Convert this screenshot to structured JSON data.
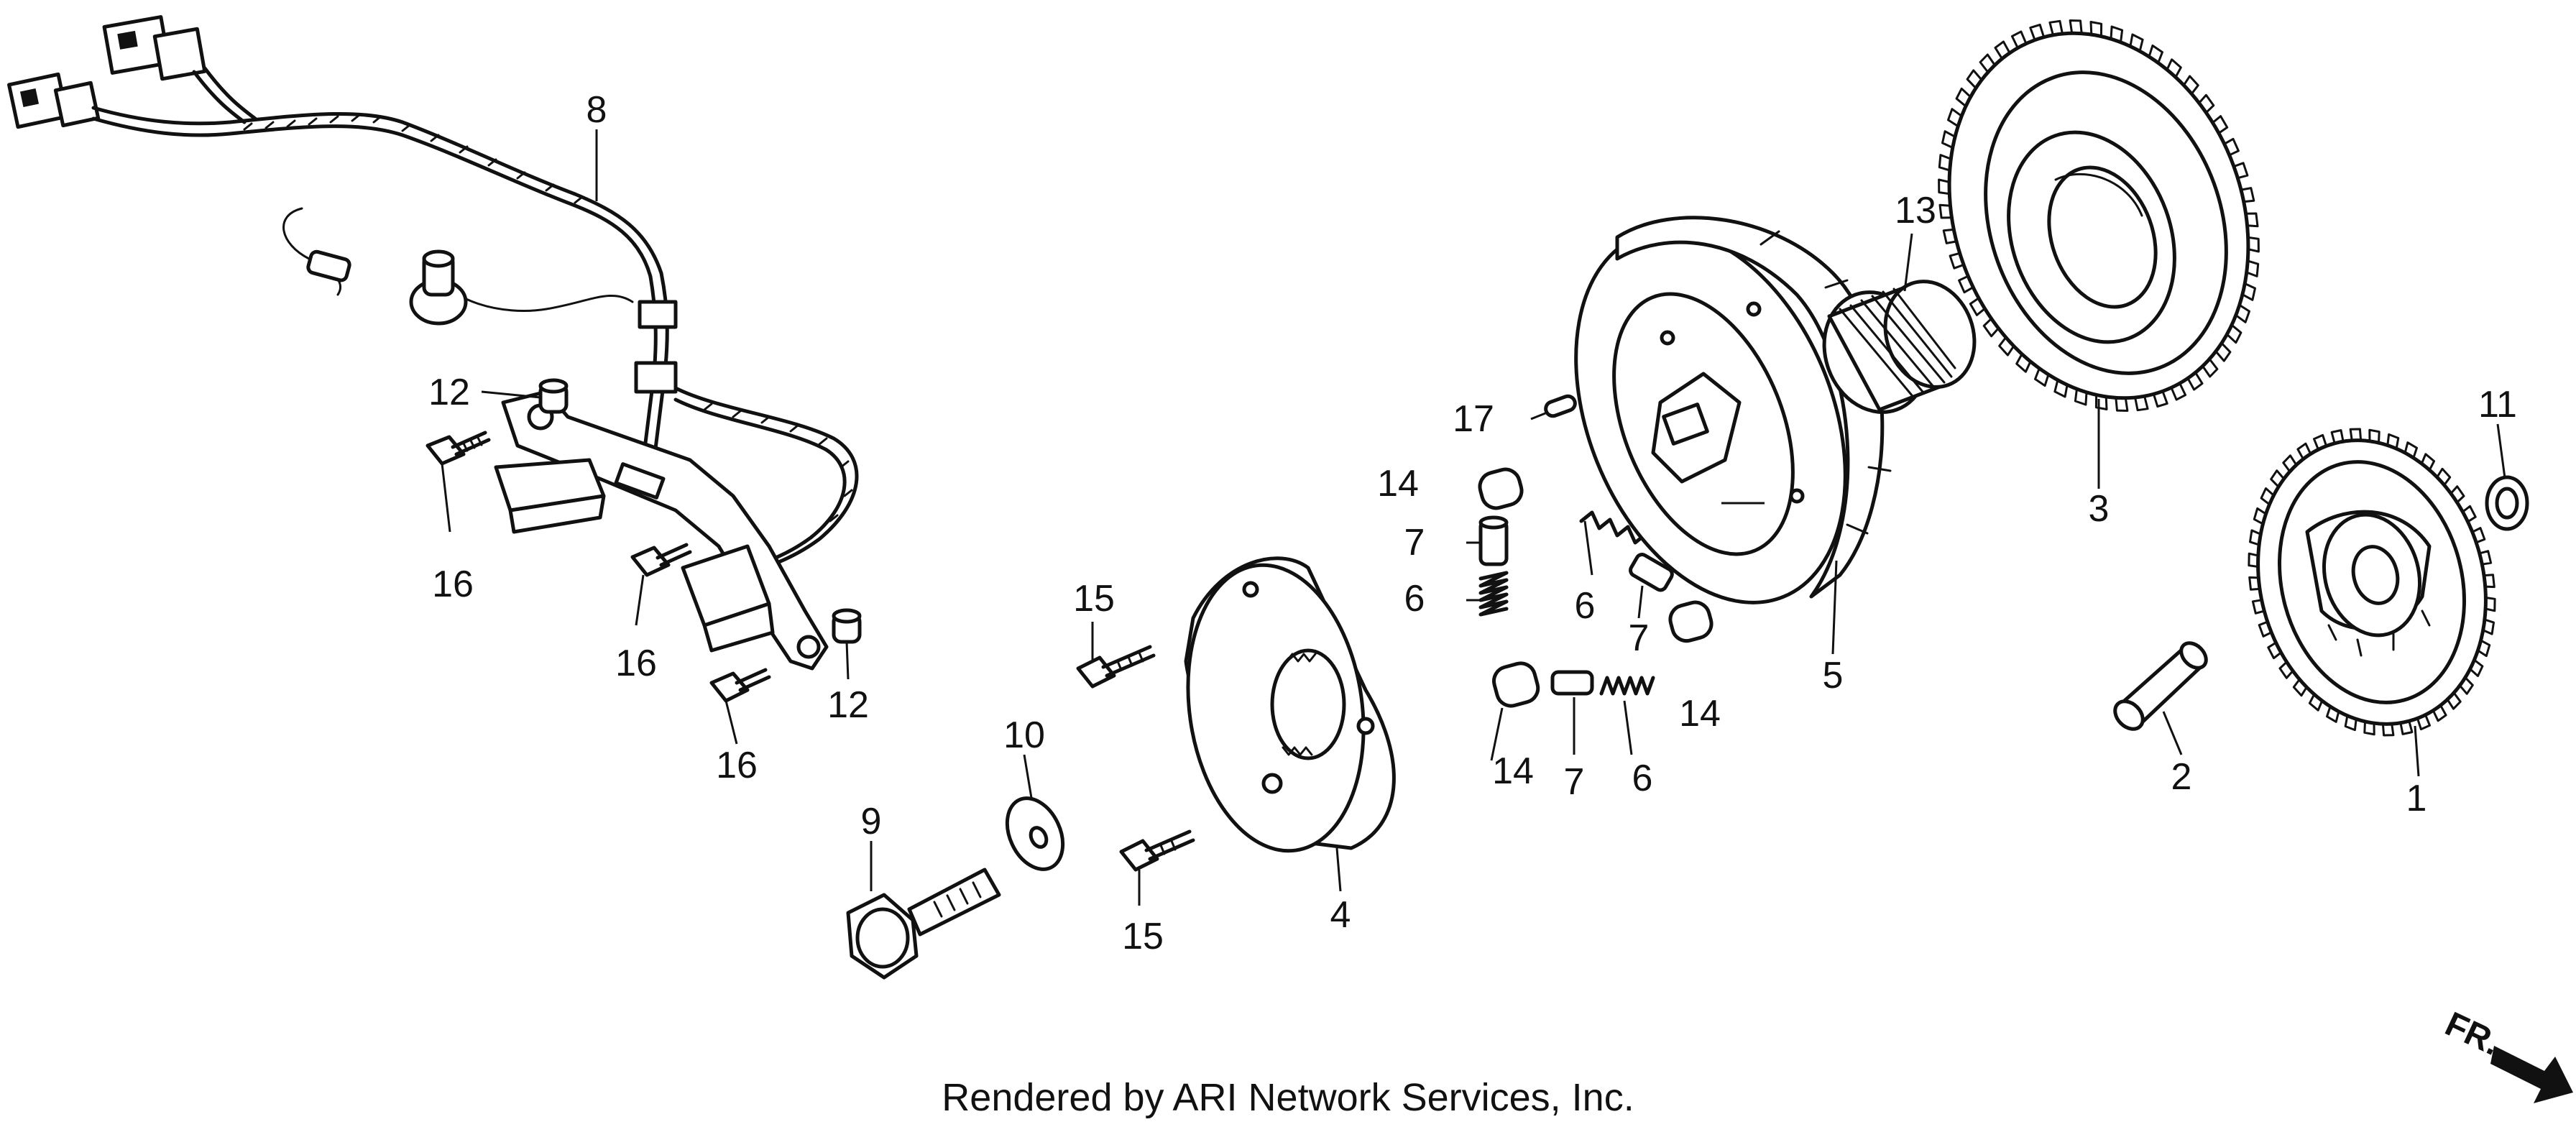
{
  "diagram": {
    "callouts": [
      {
        "id": "c1",
        "label": "1"
      },
      {
        "id": "c2",
        "label": "2"
      },
      {
        "id": "c3",
        "label": "3"
      },
      {
        "id": "c4",
        "label": "4"
      },
      {
        "id": "c5",
        "label": "5"
      },
      {
        "id": "c6a",
        "label": "6"
      },
      {
        "id": "c6b",
        "label": "6"
      },
      {
        "id": "c6c",
        "label": "6"
      },
      {
        "id": "c7a",
        "label": "7"
      },
      {
        "id": "c7b",
        "label": "7"
      },
      {
        "id": "c7c",
        "label": "7"
      },
      {
        "id": "c8",
        "label": "8"
      },
      {
        "id": "c9",
        "label": "9"
      },
      {
        "id": "c10",
        "label": "10"
      },
      {
        "id": "c11",
        "label": "11"
      },
      {
        "id": "c12a",
        "label": "12"
      },
      {
        "id": "c12b",
        "label": "12"
      },
      {
        "id": "c13",
        "label": "13"
      },
      {
        "id": "c14a",
        "label": "14"
      },
      {
        "id": "c14b",
        "label": "14"
      },
      {
        "id": "c14c",
        "label": "14"
      },
      {
        "id": "c15a",
        "label": "15"
      },
      {
        "id": "c15b",
        "label": "15"
      },
      {
        "id": "c16a",
        "label": "16"
      },
      {
        "id": "c16b",
        "label": "16"
      },
      {
        "id": "c16c",
        "label": "16"
      },
      {
        "id": "c17",
        "label": "17"
      }
    ],
    "credit": "Rendered by ARI Network Services, Inc.",
    "direction_label": "FR."
  }
}
